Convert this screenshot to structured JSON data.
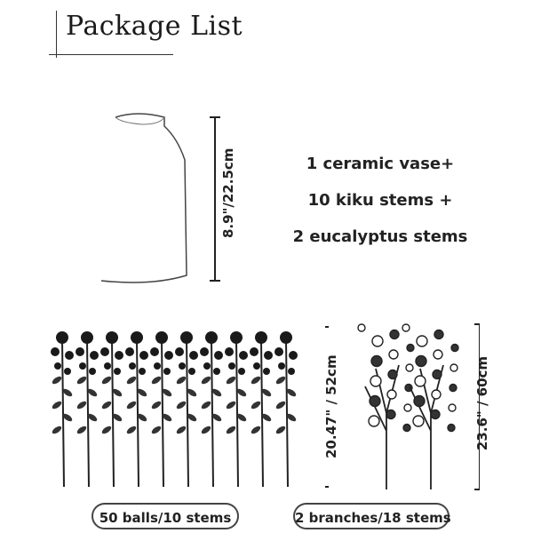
{
  "header": {
    "title": "Package List"
  },
  "contents": {
    "line1": "1 ceramic vase+",
    "line2": "10 kiku stems +",
    "line3": "2 eucalyptus stems"
  },
  "vase": {
    "height_label": "8.9\"/22.5cm"
  },
  "kiku": {
    "height_label": "20.47\" / 52cm",
    "caption": "50 balls/10 stems",
    "count": 10
  },
  "eucalyptus": {
    "height_label": "23.6\" / 60cm",
    "caption": "2 branches/18 stems",
    "count": 2
  }
}
